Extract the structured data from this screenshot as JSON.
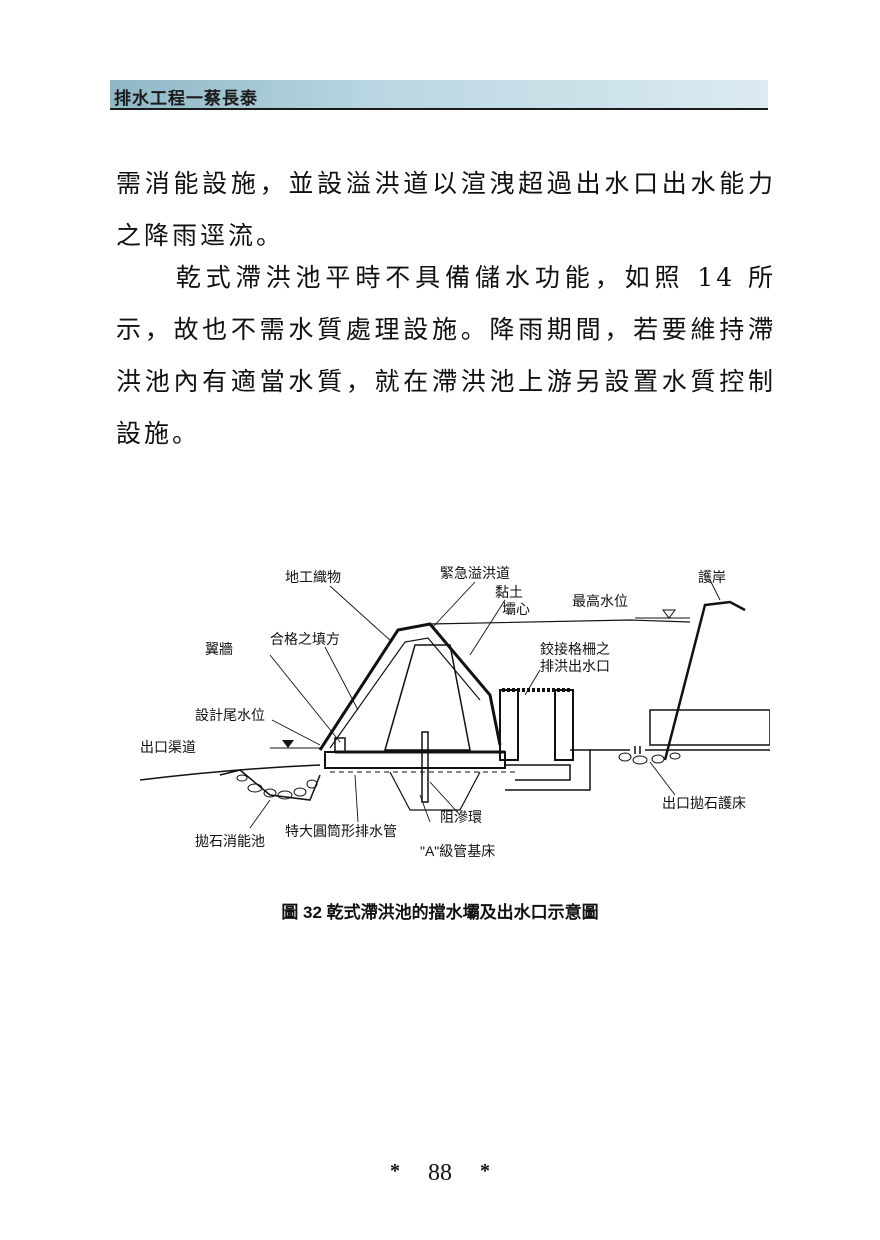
{
  "header": {
    "title": "排水工程一蔡長泰"
  },
  "body": {
    "paragraph1": "需消能設施，並設溢洪道以渲洩超過出水口出水能力之降雨逕流。",
    "paragraph2": "　　乾式滯洪池平時不具備儲水功能，如照 14 所示，故也不需水質處理設施。降雨期間，若要維持滯洪池內有適當水質，就在滯洪池上游另設置水質控制設施。"
  },
  "figure": {
    "labels": {
      "geotextile": "地工織物",
      "emergency_spillway": "緊急溢洪道",
      "clay_line1": "黏土",
      "clay_line2": "壩心",
      "embankment": "護岸",
      "max_water_level": "最高水位",
      "wing_wall": "翼牆",
      "qualified_fill": "合格之填方",
      "riser_line1": "鉸接格柵之",
      "riser_line2": "排洪出水口",
      "design_tailwater": "設計尾水位",
      "outlet_channel": "出口渠道",
      "riprap_basin": "拋石消能池",
      "large_pipe": "特大圓筒形排水管",
      "class_a_bedding": "\"A\"級管基床",
      "seepage_collar": "阻滲環",
      "outlet_riprap_bed": "出口拋石護床"
    },
    "caption": "圖 32  乾式滯洪池的擋水壩及出水口示意圖"
  },
  "footer": {
    "page_number": "88",
    "star": "*"
  }
}
